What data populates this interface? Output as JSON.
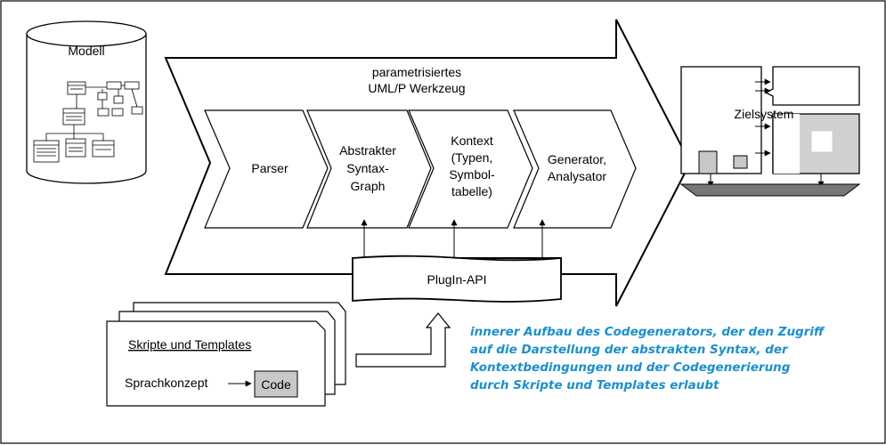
{
  "model": {
    "label": "Modell"
  },
  "tool": {
    "title_line1": "parametrisiertes",
    "title_line2": "UML/P Werkzeug"
  },
  "stages": [
    {
      "lines": [
        "Parser"
      ]
    },
    {
      "lines": [
        "Abstrakter",
        "Syntax-",
        "Graph"
      ]
    },
    {
      "lines": [
        "Kontext",
        "(Typen,",
        "Symbol-",
        "tabelle)"
      ]
    },
    {
      "lines": [
        "Generator,",
        "Analysator"
      ]
    }
  ],
  "plugin_api": {
    "label": "PlugIn-API"
  },
  "target": {
    "label": "Zielsystem"
  },
  "scripts": {
    "title": "Skripte und Templates",
    "concept": "Sprachkonzept",
    "code": "Code"
  },
  "caption": {
    "color": "#1a8fd0",
    "lines": [
      "innerer Aufbau des Codegenerators, der den Zugriff",
      "auf die Darstellung der abstrakten Syntax, der",
      "Kontextbedingungen und der Codegenerierung",
      "durch Skripte und Templates erlaubt"
    ]
  }
}
